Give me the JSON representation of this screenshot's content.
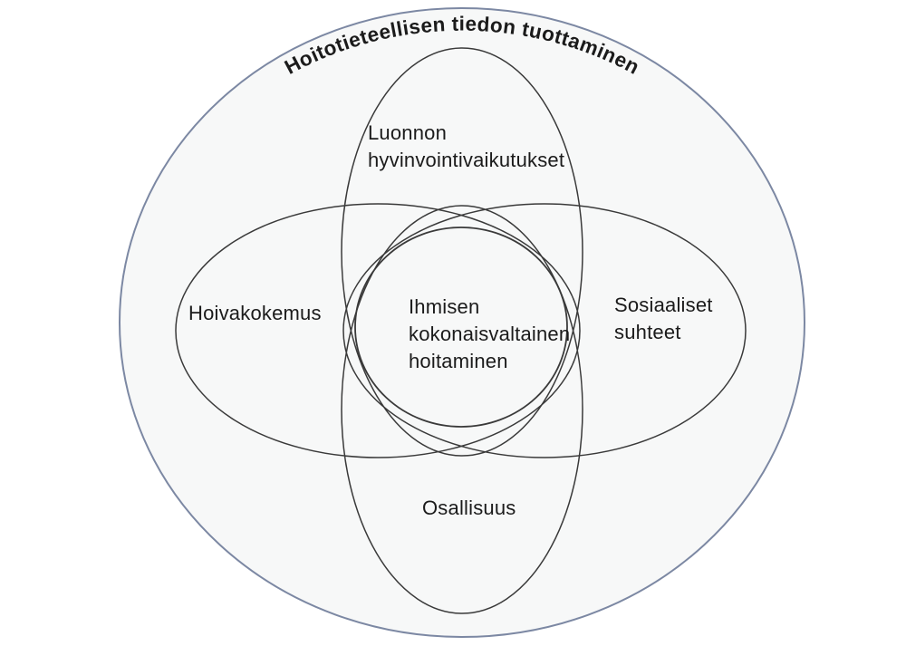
{
  "figure": {
    "title": "Hoitotieteellisen tiedon tuottaminen",
    "labels": {
      "top": "Luonnon\nhyvinvointivaikutukset",
      "left": "Hoivakokemus",
      "right": "Sosiaaliset\nsuhteet",
      "bottom": "Osallisuus",
      "center": "Ihmisen\nkokonaisvaltainen\nhoitaminen"
    },
    "colors": {
      "outer_stroke": "#7c88a3",
      "inner_stroke": "#3a3a3a",
      "inner_fill": "#f7f8f8",
      "text": "#1b1b1b"
    }
  }
}
